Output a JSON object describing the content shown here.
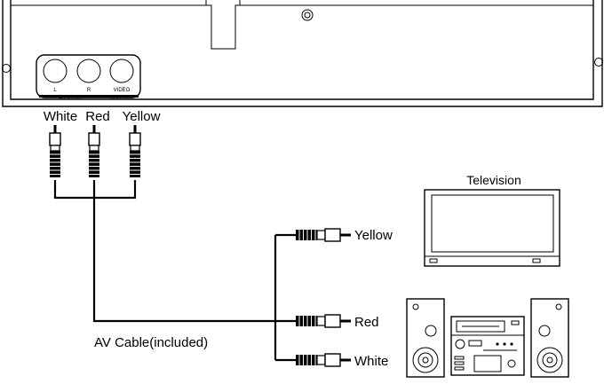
{
  "panel": {
    "jack_labels": {
      "left": "L",
      "right": "R",
      "video": "VIDEO"
    },
    "group_labels": {
      "audio_out": "AUDIO OUT",
      "video_out": "VIDEO OUT"
    }
  },
  "top_plug_labels": {
    "white": "White",
    "red": "Red",
    "yellow": "Yellow"
  },
  "cable_label": "AV Cable(included)",
  "end_labels": {
    "yellow": "Yellow",
    "red": "Red",
    "white": "White"
  },
  "television_label": "Television"
}
